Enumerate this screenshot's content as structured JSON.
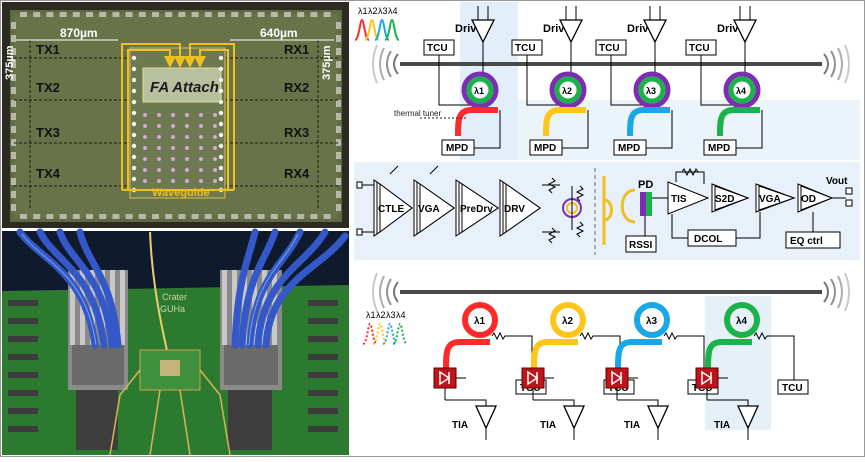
{
  "die_photo": {
    "dim_left": "870µm",
    "dim_right": "640µm",
    "dim_side_left": "375µm",
    "dim_side_right": "375µm",
    "tx_labels": [
      "TX1",
      "TX2",
      "TX3",
      "TX4"
    ],
    "rx_labels": [
      "RX1",
      "RX2",
      "RX3",
      "RX4"
    ],
    "fa_attach": "FA Attach",
    "waveguide": "Waveguide"
  },
  "board_photo": {
    "pcb_text_top": "Crater",
    "pcb_text_bottom": "GUHa"
  },
  "tx_diagram": {
    "lambda_legend": [
      "λ1",
      "λ2",
      "λ3",
      "λ4"
    ],
    "channels": [
      {
        "driver": "Driver",
        "tcu": "TCU",
        "lambda": "λ1",
        "mpd": "MPD",
        "color": "#ff2a2a"
      },
      {
        "driver": "Driver",
        "tcu": "TCU",
        "lambda": "λ2",
        "mpd": "MPD",
        "color": "#ffc61a"
      },
      {
        "driver": "Driver",
        "tcu": "TCU",
        "lambda": "λ3",
        "mpd": "MPD",
        "color": "#1aa7e8"
      },
      {
        "driver": "Driver",
        "tcu": "TCU",
        "lambda": "λ4",
        "mpd": "MPD",
        "color": "#19b34a"
      }
    ],
    "thermal_tuner": "thermal tuner"
  },
  "link_diagram": {
    "tx_blocks": [
      "CTLE",
      "VGA",
      "PreDrv",
      "DRV"
    ],
    "pd": "PD",
    "rssi": "RSSI",
    "rx_blocks": [
      "TIS",
      "S2D",
      "VGA",
      "OD"
    ],
    "dcol": "DCOL",
    "eq_ctrl": "EQ ctrl",
    "vout": "Vout"
  },
  "rx_diagram": {
    "lambda_legend": [
      "λ1",
      "λ2",
      "λ3",
      "λ4"
    ],
    "channels": [
      {
        "lambda": "λ1",
        "tcu": "TCU",
        "tia": "TIA",
        "color": "#ff2a2a"
      },
      {
        "lambda": "λ2",
        "tcu": "TCU",
        "tia": "TIA",
        "color": "#ffc61a"
      },
      {
        "lambda": "λ3",
        "tcu": "TCU",
        "tia": "TIA",
        "color": "#1aa7e8"
      },
      {
        "lambda": "λ4",
        "tcu": "TCU",
        "tia": "TIA",
        "color": "#19b34a"
      }
    ]
  },
  "colors": {
    "purple_ring": "#7b2fb0",
    "highlight_bg": "#dbe9f7",
    "die_bg": "#5d6a44",
    "guide_line": "#f0c020",
    "pcb_green": "#2c7a2f",
    "cable_blue": "#3558c8",
    "photodiode_red": "#c0141a"
  }
}
